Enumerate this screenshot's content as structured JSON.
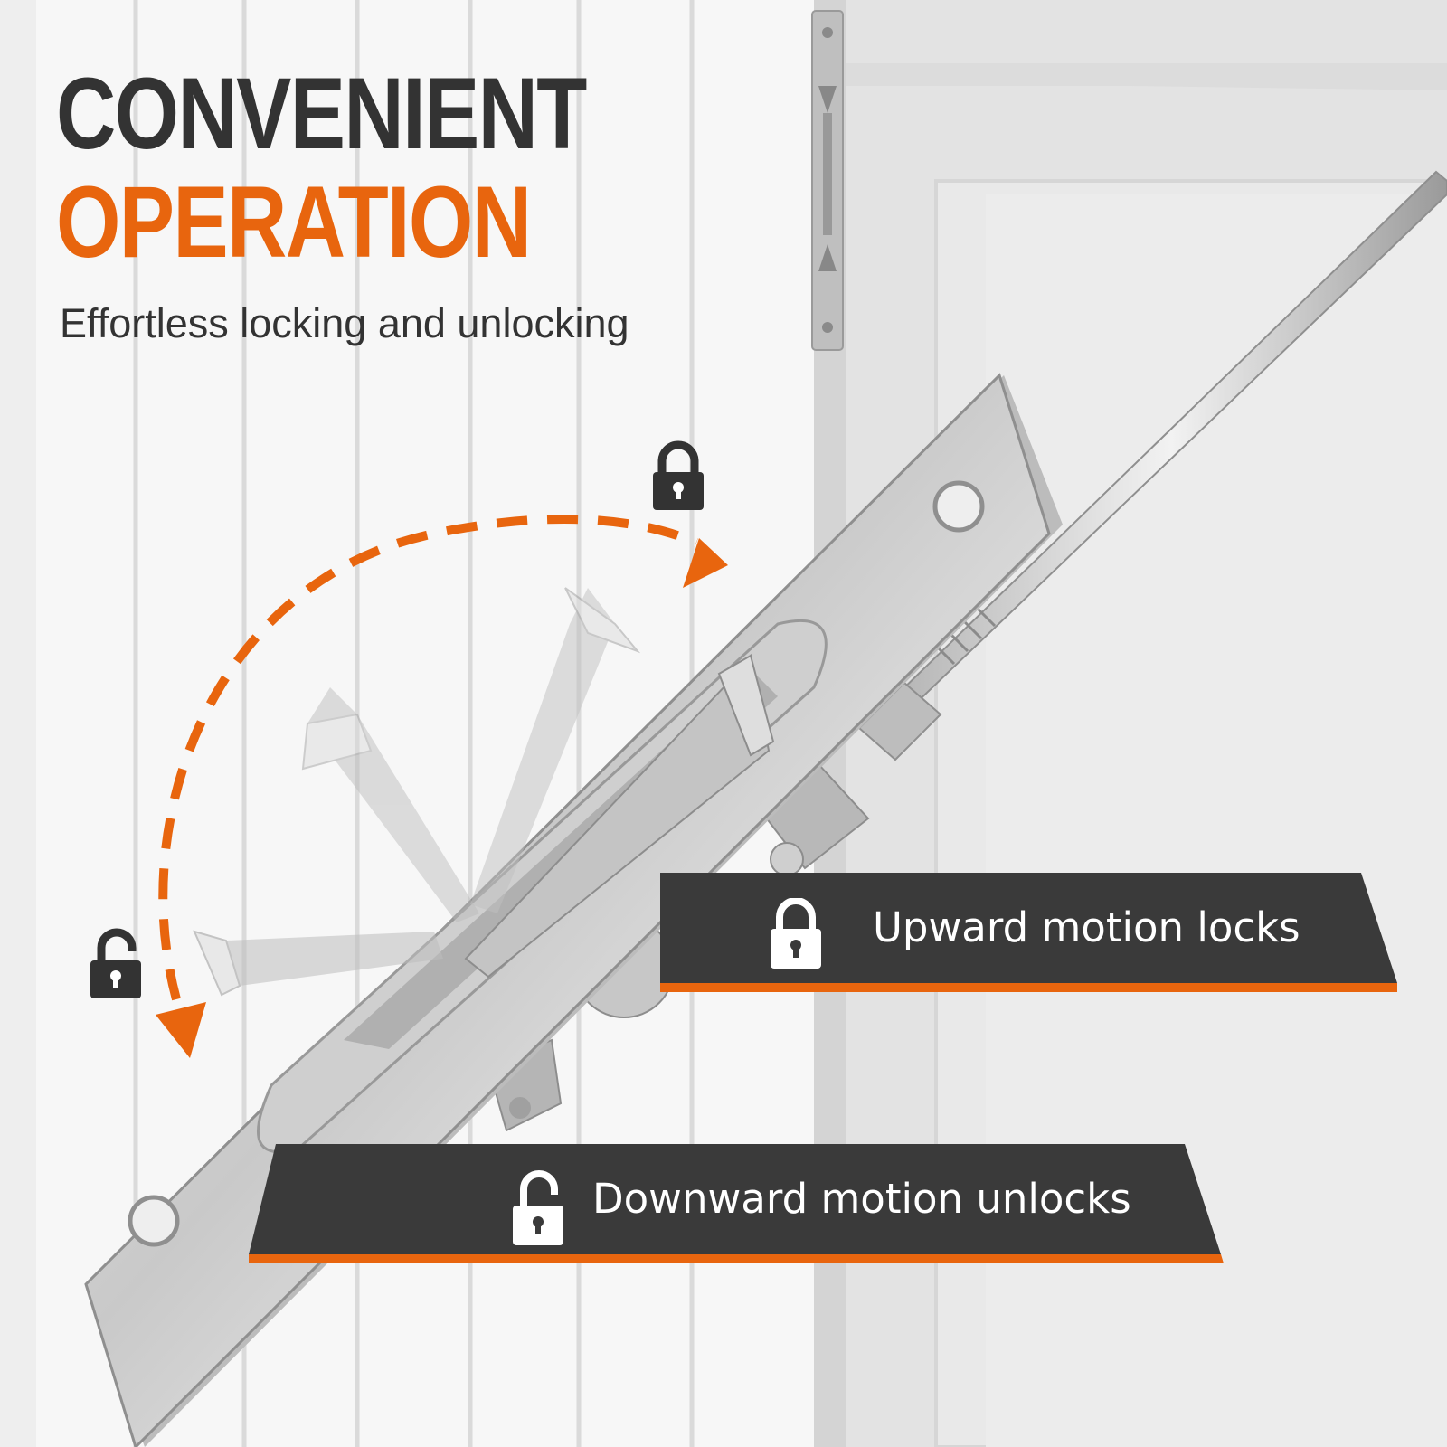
{
  "headline": {
    "line1": "CONVENIENT",
    "line2": "OPERATION"
  },
  "subtitle": "Effortless locking and unlocking",
  "callouts": {
    "lock": {
      "label": "Upward motion locks",
      "icon": "padlock-closed-icon"
    },
    "unlock": {
      "label": "Downward motion unlocks",
      "icon": "padlock-open-icon"
    }
  },
  "arc_icons": {
    "top": "padlock-closed-icon",
    "bottom": "padlock-open-icon"
  },
  "colors": {
    "accent": "#e8650e",
    "dark": "#333333",
    "banner": "#3a3a3a",
    "background": "#eeeeee"
  }
}
